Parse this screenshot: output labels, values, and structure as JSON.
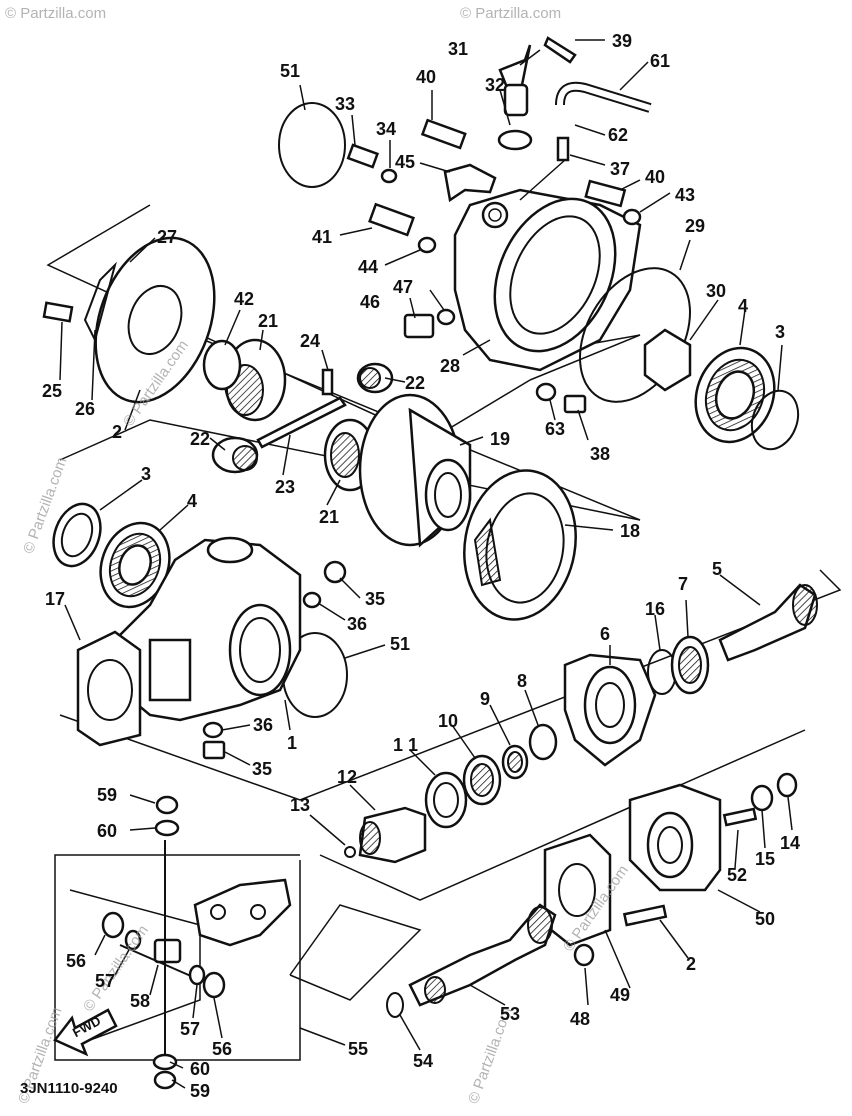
{
  "diagram": {
    "labels": [
      "1",
      "2",
      "3",
      "4",
      "5",
      "6",
      "7",
      "8",
      "9",
      "10",
      "11",
      "12",
      "13",
      "14",
      "15",
      "16",
      "17",
      "18",
      "19",
      "21",
      "22",
      "23",
      "24",
      "25",
      "26",
      "27",
      "28",
      "29",
      "30",
      "33",
      "34",
      "35",
      "36",
      "37",
      "38",
      "39",
      "40",
      "41",
      "42",
      "43",
      "44",
      "45",
      "46",
      "47",
      "48",
      "49",
      "50",
      "51",
      "52",
      "53",
      "54",
      "55",
      "56",
      "57",
      "58",
      "59",
      "60",
      "61",
      "62",
      "63",
      "31",
      "32"
    ],
    "callouts": {
      "c1": "1",
      "c2a": "2",
      "c2b": "2",
      "c3a": "3",
      "c3b": "3",
      "c4a": "4",
      "c4b": "4",
      "c5": "5",
      "c6": "6",
      "c7": "7",
      "c8": "8",
      "c9": "9",
      "c10": "10",
      "c11": "1 1",
      "c12": "12",
      "c13": "13",
      "c14": "14",
      "c15": "15",
      "c16": "16",
      "c17": "17",
      "c18": "18",
      "c19": "19",
      "c21a": "21",
      "c21b": "21",
      "c22a": "22",
      "c22b": "22",
      "c23": "23",
      "c24": "24",
      "c25": "25",
      "c26": "26",
      "c27": "27",
      "c28": "28",
      "c29": "29",
      "c30": "30",
      "c31": "31",
      "c32": "32",
      "c33": "33",
      "c34": "34",
      "c35a": "35",
      "c35b": "35",
      "c36a": "36",
      "c36b": "36",
      "c37": "37",
      "c38": "38",
      "c39": "39",
      "c40a": "40",
      "c40b": "40",
      "c41": "41",
      "c42": "42",
      "c43": "43",
      "c44": "44",
      "c45": "45",
      "c46": "46",
      "c47": "47",
      "c48": "48",
      "c49": "49",
      "c50": "50",
      "c51a": "51",
      "c51b": "51",
      "c52": "52",
      "c53": "53",
      "c54": "54",
      "c55": "55",
      "c56a": "56",
      "c56b": "56",
      "c57a": "57",
      "c57b": "57",
      "c58": "58",
      "c59a": "59",
      "c59b": "59",
      "c60a": "60",
      "c60b": "60",
      "c61": "61",
      "c62": "62",
      "c63": "63"
    },
    "fwd_label": "FWD",
    "diagram_code": "3JN1110-9240",
    "watermark": "© Partzilla.com"
  }
}
